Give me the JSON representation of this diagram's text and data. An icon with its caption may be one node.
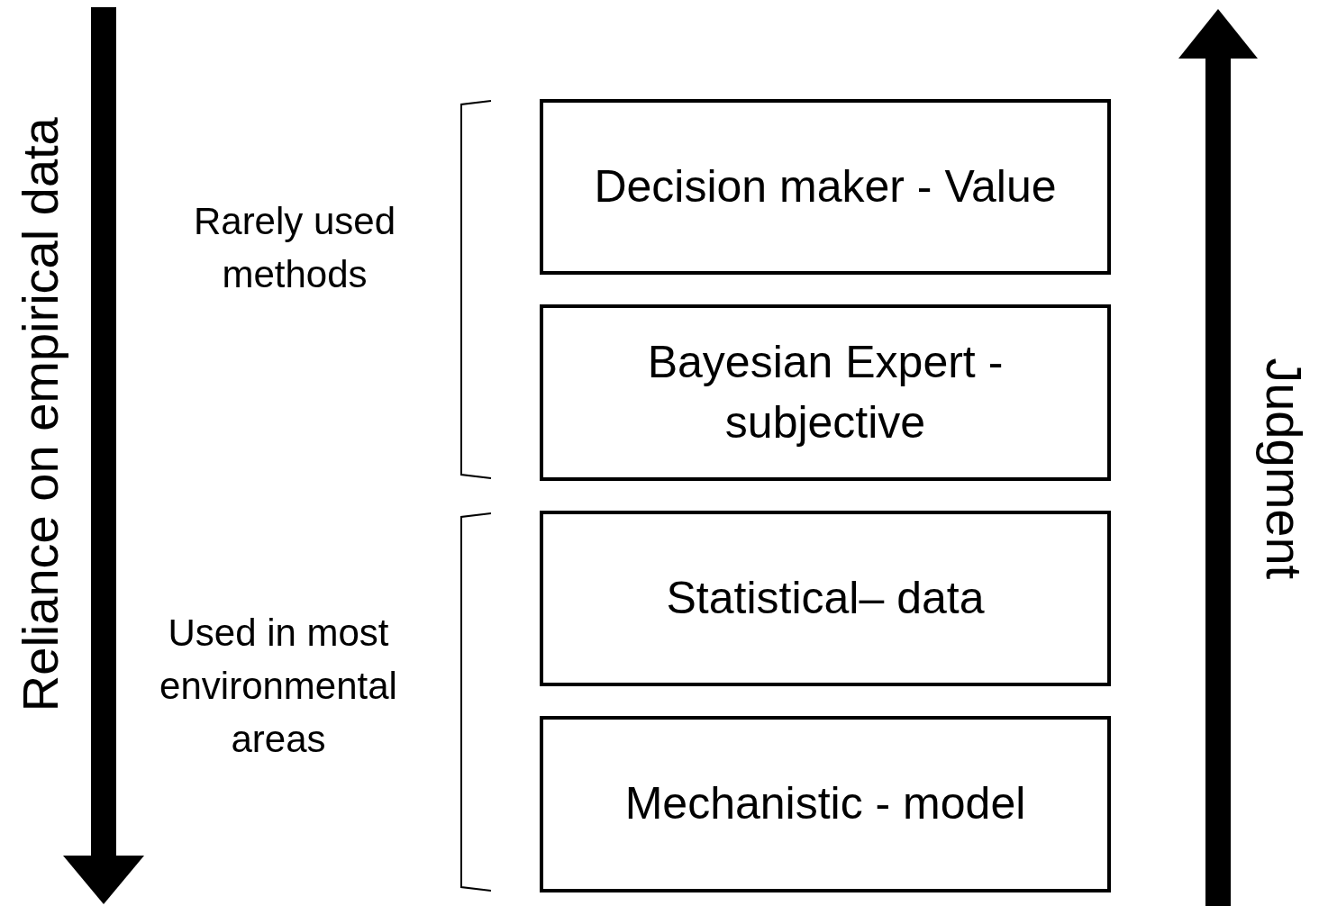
{
  "diagram": {
    "nodes": [
      {
        "text": [
          "Decision maker - Value"
        ]
      },
      {
        "text": [
          "Bayesian Expert - subjective"
        ]
      },
      {
        "text": [
          "Statistical– data"
        ]
      },
      {
        "text": [
          "Mechanistic - model"
        ]
      }
    ],
    "edges": [],
    "labels": [
      "Reliance on empirical data",
      "Rarely used methods",
      "Used in most environmental areas",
      "Judgment"
    ]
  }
}
